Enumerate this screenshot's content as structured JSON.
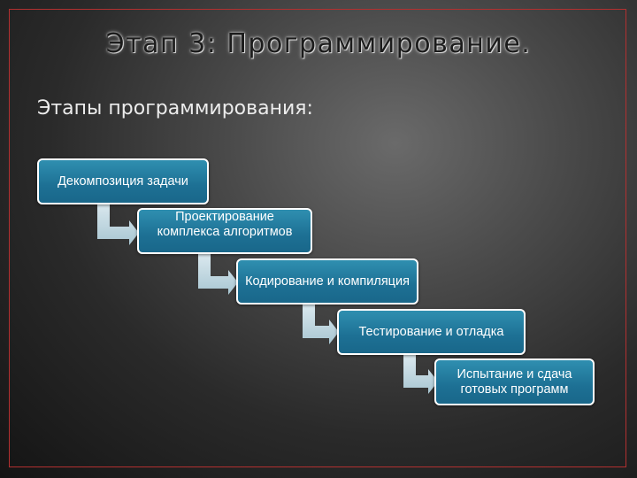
{
  "title": "Этап 3: Программирование.",
  "subtitle": "Этапы программирования:",
  "steps": [
    {
      "label": "Декомпозиция задачи"
    },
    {
      "label": "Проектирование комплекса алгоритмов"
    },
    {
      "label": "Кодирование и компиляция"
    },
    {
      "label": "Тестирование и отладка"
    },
    {
      "label": "Испытание и сдача готовых программ"
    }
  ],
  "colors": {
    "step_fill": "#1f7599",
    "connector": "#c8dfe8",
    "frame": "#b23030"
  }
}
